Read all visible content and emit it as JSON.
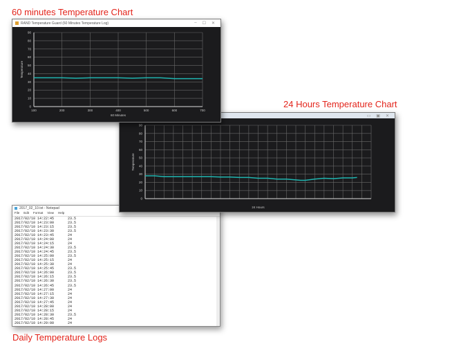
{
  "captions": {
    "hour": "60 minutes Temperature Chart",
    "day": "24 Hours Temperature Chart",
    "logs": "Daily Temperature Logs"
  },
  "hour_window": {
    "title": "RAND Temperature Guard (60 Minutes Temperature Log)"
  },
  "notepad": {
    "title": "2017_02_10.txt - Notepad",
    "menu": [
      "File",
      "Edit",
      "Format",
      "View",
      "Help"
    ],
    "rows": [
      [
        "2017/02/10 14:22:45",
        "23.5"
      ],
      [
        "2017/02/10 14:23:00",
        "23.5"
      ],
      [
        "2017/02/10 14:23:15",
        "23.5"
      ],
      [
        "2017/02/10 14:23:30",
        "23.5"
      ],
      [
        "2017/02/10 14:23:45",
        "24"
      ],
      [
        "2017/02/10 14:24:00",
        "24"
      ],
      [
        "2017/02/10 14:24:15",
        "24"
      ],
      [
        "2017/02/10 14:24:30",
        "23.5"
      ],
      [
        "2017/02/10 14:24:45",
        "23.5"
      ],
      [
        "2017/02/10 14:25:00",
        "23.5"
      ],
      [
        "2017/02/10 14:25:15",
        "24"
      ],
      [
        "2017/02/10 14:25:30",
        "24"
      ],
      [
        "2017/02/10 14:25:45",
        "23.5"
      ],
      [
        "2017/02/10 14:26:00",
        "23.5"
      ],
      [
        "2017/02/10 14:26:15",
        "23.5"
      ],
      [
        "2017/02/10 14:26:30",
        "23.5"
      ],
      [
        "2017/02/10 14:26:45",
        "23.5"
      ],
      [
        "2017/02/10 14:27:00",
        "24"
      ],
      [
        "2017/02/10 14:27:15",
        "24"
      ],
      [
        "2017/02/10 14:27:30",
        "24"
      ],
      [
        "2017/02/10 14:27:45",
        "24"
      ],
      [
        "2017/02/10 14:28:00",
        "24"
      ],
      [
        "2017/02/10 14:28:15",
        "24"
      ],
      [
        "2017/02/10 14:28:30",
        "23.5"
      ],
      [
        "2017/02/10 14:28:45",
        "24"
      ],
      [
        "2017/02/10 14:29:00",
        "24"
      ]
    ]
  },
  "chart_data": [
    {
      "type": "line",
      "xlabel": "60 Minutes",
      "ylabel": "Temperature",
      "ylim": [
        0,
        90
      ],
      "yticks": [
        0,
        10,
        20,
        30,
        40,
        50,
        60,
        70,
        80,
        90
      ],
      "xlim": [
        100,
        700
      ],
      "xticks": [
        100,
        200,
        300,
        400,
        500,
        600,
        700
      ],
      "grid": true,
      "line_color": "#1fb5b0",
      "x": [
        100,
        150,
        200,
        250,
        300,
        350,
        400,
        450,
        500,
        550,
        600,
        650,
        700
      ],
      "y": [
        35,
        35,
        35,
        34.5,
        35,
        35,
        35,
        34.5,
        35,
        35,
        34,
        34,
        34
      ]
    },
    {
      "type": "line",
      "xlabel": "24 Hours",
      "ylabel": "Temperature",
      "ylim": [
        0,
        90
      ],
      "yticks": [
        0,
        10,
        20,
        30,
        40,
        50,
        60,
        70,
        80,
        90
      ],
      "xlim": [
        0,
        24
      ],
      "grid": true,
      "line_color": "#1fb5b0",
      "x": [
        0,
        1,
        2,
        3,
        4,
        5,
        6,
        7,
        8,
        9,
        10,
        11,
        12,
        13,
        14,
        15,
        16,
        16.5,
        17,
        18,
        19,
        20,
        21,
        22,
        22.5
      ],
      "y": [
        28,
        28,
        27,
        27,
        27,
        27,
        27,
        27,
        26.5,
        26.5,
        26,
        26,
        25,
        25,
        24,
        24,
        23,
        22.5,
        22.5,
        24,
        25,
        24.5,
        25.5,
        25.5,
        26
      ]
    }
  ]
}
